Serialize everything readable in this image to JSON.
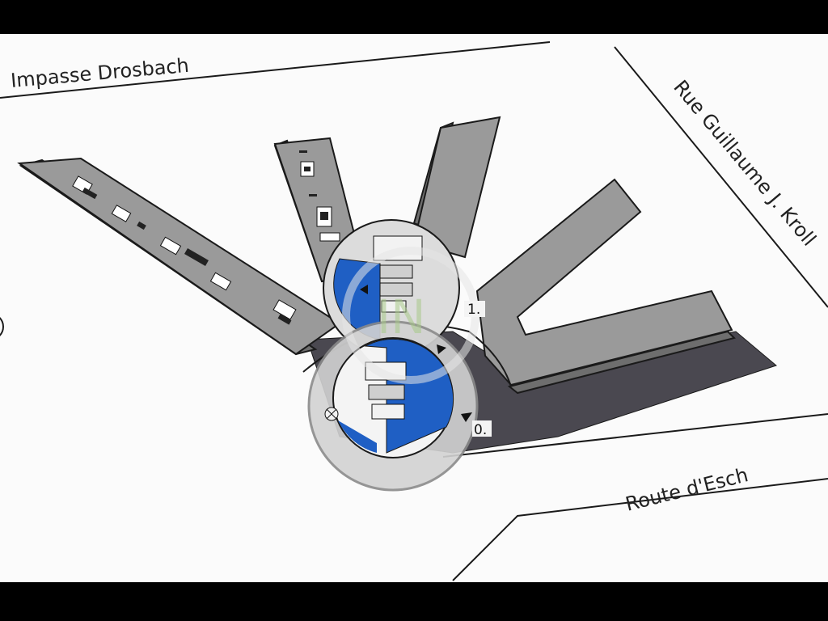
{
  "map": {
    "streets": {
      "north": "Impasse Drosbach",
      "east": "Rue Guillaume J. Kroll",
      "south": "Route d'Esch"
    },
    "floors": {
      "upper": "1.",
      "ground": "0."
    },
    "watermark": "IN",
    "colors": {
      "background": "#fbfbfb",
      "building": "#9a9a9a",
      "shadow": "#4a4850",
      "highlight": "#1f5fc4",
      "street_line": "#1a1a1a"
    }
  }
}
